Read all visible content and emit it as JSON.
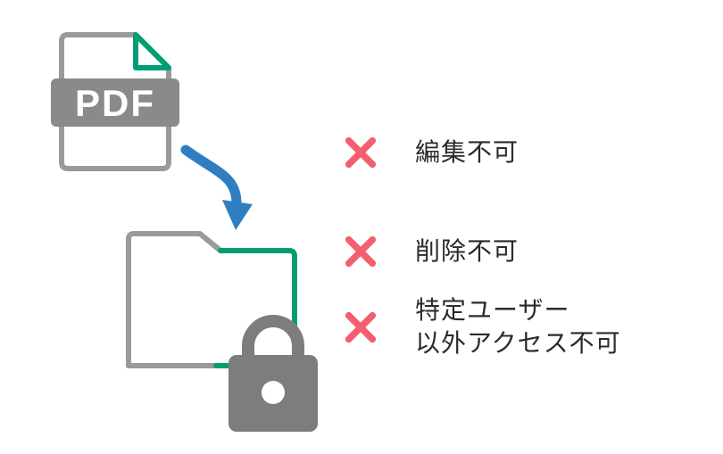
{
  "diagram": {
    "pdf_icon_label": "PDF",
    "items": [
      {
        "label": "編集不可"
      },
      {
        "label": "削除不可"
      },
      {
        "label": "特定ユーザー\n以外アクセス不可"
      }
    ],
    "icons": {
      "file": "pdf-file-icon",
      "arrow": "curved-arrow-icon",
      "folder": "locked-folder-icon",
      "lock": "lock-icon",
      "cross": "x-icon"
    },
    "colors": {
      "outline_gray": "#9a9a9a",
      "band_gray": "#8a8a8a",
      "lock_gray": "#7d7d7d",
      "accent_green": "#009e74",
      "arrow_blue": "#2f7fc0",
      "cross_red": "#f35f6f",
      "text": "#2b2b2b",
      "background": "#ffffff"
    }
  }
}
